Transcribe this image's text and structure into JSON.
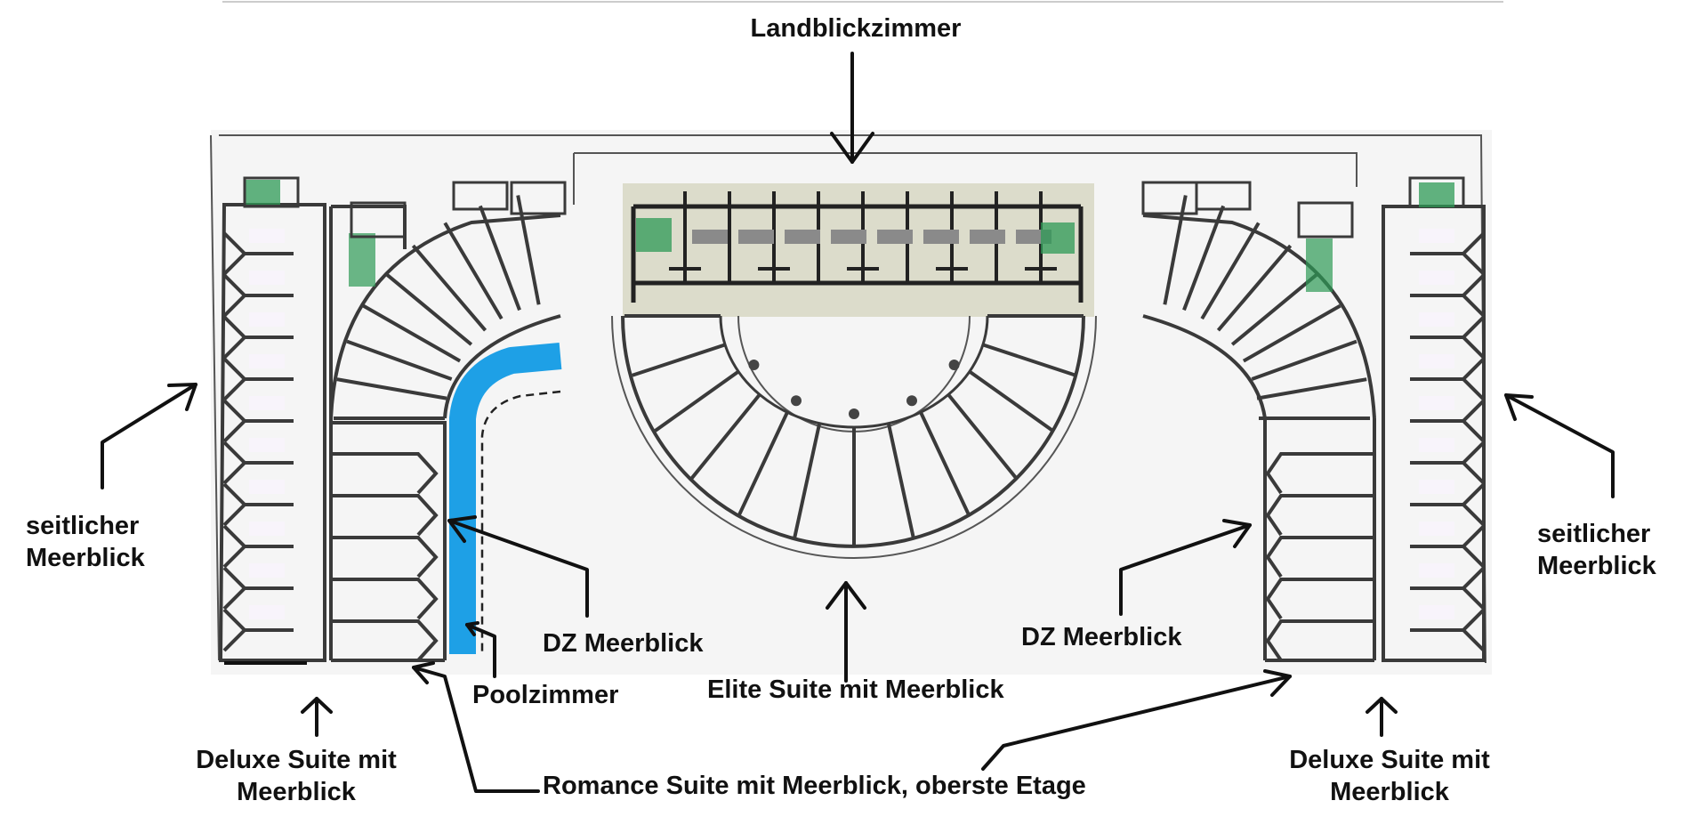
{
  "labels": {
    "landblick": "Landblickzimmer",
    "seitlich_left_1": "seitlicher",
    "seitlich_left_2": "Meerblick",
    "seitlich_right_1": "seitlicher",
    "seitlich_right_2": "Meerblick",
    "dz_left": "DZ Meerblick",
    "dz_right": "DZ Meerblick",
    "poolzimmer": "Poolzimmer",
    "elite": "Elite Suite mit Meerblick",
    "deluxe_left_1": "Deluxe Suite mit",
    "deluxe_left_2": "Meerblick",
    "deluxe_right_1": "Deluxe Suite mit",
    "deluxe_right_2": "Meerblick",
    "romance": "Romance Suite mit Meerblick, oberste Etage"
  },
  "colors": {
    "wall": "#3a3a3a",
    "plan_bg": "#f4f4f4",
    "pool_highlight": "#1ea0e6",
    "stairs": "#2e9a55",
    "landblick_bg": "#d9d9c8",
    "corridor": "#8a8a8a",
    "arrow": "#111111"
  }
}
